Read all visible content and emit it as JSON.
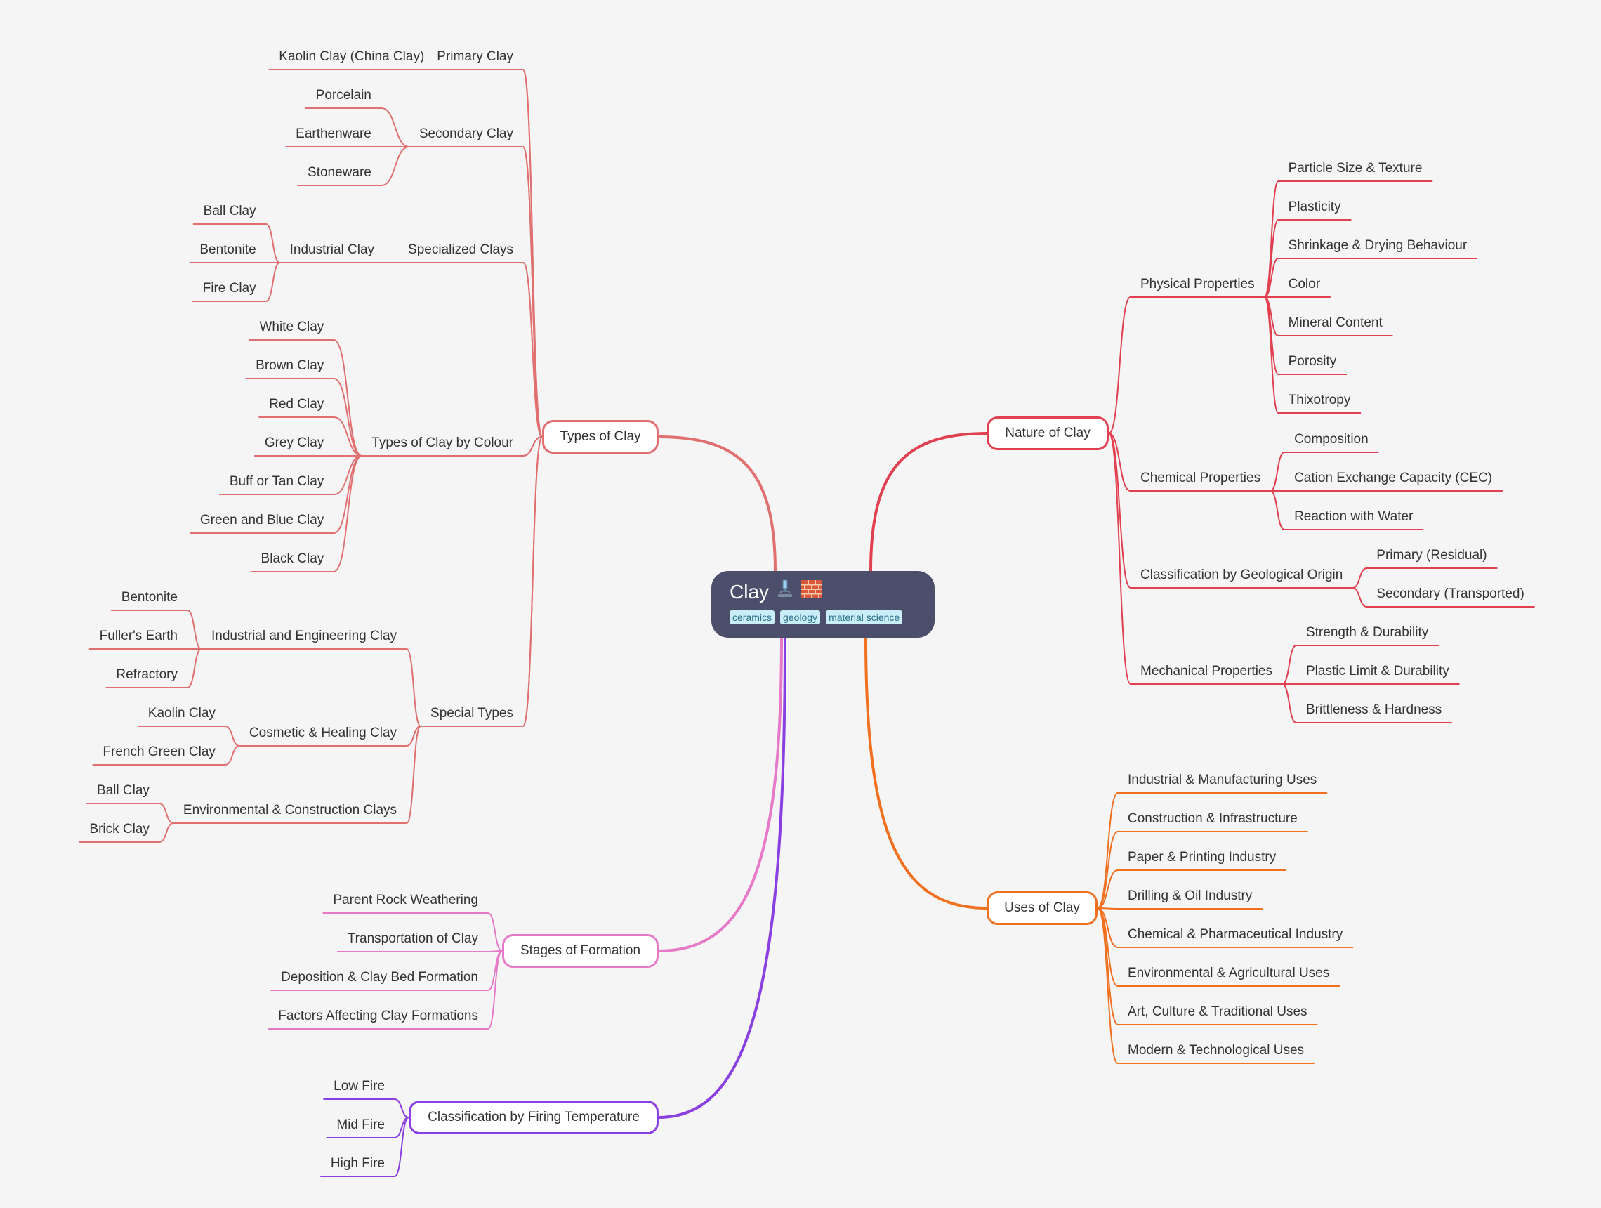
{
  "root": {
    "title": "Clay",
    "icons": [
      "microscope-icon",
      "brick-wall-icon"
    ],
    "tags": [
      "ceramics",
      "geology",
      "material science"
    ]
  },
  "branches": [
    {
      "id": "types",
      "label": "Types of Clay",
      "color": "#e07070",
      "children": [
        {
          "label": "Primary Clay",
          "children": [
            {
              "label": "Kaolin Clay (China Clay)"
            }
          ]
        },
        {
          "label": "Secondary Clay",
          "children": [
            {
              "label": "Porcelain"
            },
            {
              "label": "Earthenware"
            },
            {
              "label": "Stoneware"
            }
          ]
        },
        {
          "label": "Specialized Clays",
          "children": [
            {
              "label": "Industrial Clay",
              "children": [
                {
                  "label": "Ball Clay"
                },
                {
                  "label": "Bentonite"
                },
                {
                  "label": "Fire Clay"
                }
              ]
            }
          ]
        },
        {
          "label": "Types of Clay by Colour",
          "children": [
            {
              "label": "White Clay"
            },
            {
              "label": "Brown Clay"
            },
            {
              "label": "Red Clay"
            },
            {
              "label": "Grey Clay"
            },
            {
              "label": "Buff or Tan Clay"
            },
            {
              "label": "Green and Blue Clay"
            },
            {
              "label": "Black Clay"
            }
          ]
        },
        {
          "label": "Special Types",
          "children": [
            {
              "label": "Industrial and Engineering Clay",
              "children": [
                {
                  "label": "Bentonite"
                },
                {
                  "label": "Fuller's Earth"
                },
                {
                  "label": "Refractory"
                }
              ]
            },
            {
              "label": "Cosmetic & Healing Clay",
              "children": [
                {
                  "label": "Kaolin Clay"
                },
                {
                  "label": "French Green Clay"
                }
              ]
            },
            {
              "label": "Environmental & Construction Clays",
              "children": [
                {
                  "label": "Ball Clay"
                },
                {
                  "label": "Brick Clay"
                }
              ]
            }
          ]
        }
      ]
    },
    {
      "id": "stages",
      "label": "Stages of Formation",
      "color": "#e67ac8",
      "children": [
        {
          "label": "Parent Rock Weathering"
        },
        {
          "label": "Transportation of Clay"
        },
        {
          "label": "Deposition & Clay Bed Formation"
        },
        {
          "label": "Factors Affecting Clay Formations"
        }
      ]
    },
    {
      "id": "firing",
      "label": "Classification by Firing Temperature",
      "color": "#8a3fe0",
      "children": [
        {
          "label": "Low Fire"
        },
        {
          "label": "Mid Fire"
        },
        {
          "label": "High Fire"
        }
      ]
    },
    {
      "id": "nature",
      "label": "Nature of Clay",
      "color": "#e0404f",
      "children": [
        {
          "label": "Physical Properties",
          "children": [
            {
              "label": "Particle Size & Texture"
            },
            {
              "label": "Plasticity"
            },
            {
              "label": "Shrinkage & Drying Behaviour"
            },
            {
              "label": "Color"
            },
            {
              "label": "Mineral Content"
            },
            {
              "label": "Porosity"
            },
            {
              "label": "Thixotropy"
            }
          ]
        },
        {
          "label": "Chemical Properties",
          "children": [
            {
              "label": "Composition"
            },
            {
              "label": "Cation Exchange Capacity (CEC)"
            },
            {
              "label": "Reaction with Water"
            }
          ]
        },
        {
          "label": "Classification by Geological Origin",
          "children": [
            {
              "label": "Primary (Residual)"
            },
            {
              "label": "Secondary (Transported)"
            }
          ]
        },
        {
          "label": "Mechanical Properties",
          "children": [
            {
              "label": "Strength & Durability"
            },
            {
              "label": "Plastic Limit & Durability"
            },
            {
              "label": "Brittleness & Hardness"
            }
          ]
        }
      ]
    },
    {
      "id": "uses",
      "label": "Uses of Clay",
      "color": "#f07020",
      "children": [
        {
          "label": "Industrial & Manufacturing Uses"
        },
        {
          "label": "Construction & Infrastructure"
        },
        {
          "label": "Paper & Printing Industry"
        },
        {
          "label": "Drilling & Oil Industry"
        },
        {
          "label": "Chemical & Pharmaceutical Industry"
        },
        {
          "label": "Environmental & Agricultural Uses"
        },
        {
          "label": "Art, Culture & Traditional Uses"
        },
        {
          "label": "Modern & Technological Uses"
        }
      ]
    }
  ]
}
